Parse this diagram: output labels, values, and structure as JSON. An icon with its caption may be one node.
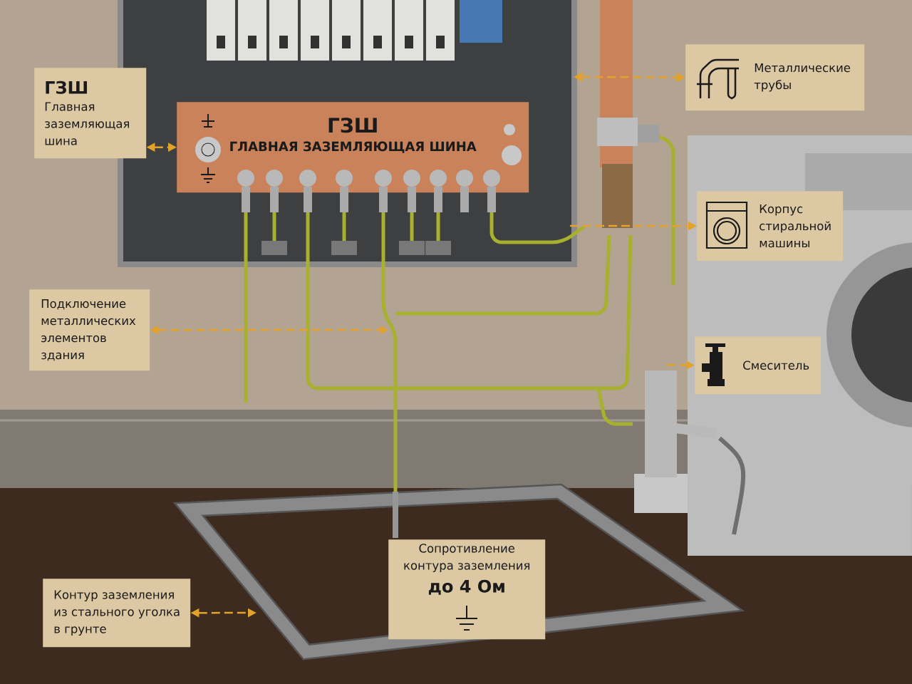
{
  "diagram": {
    "nodes": [
      {
        "text": [
          "ГЗШ",
          "Главная заземляющая шина"
        ]
      },
      {
        "text": [
          "ГЗШ",
          "ГЛАВНАЯ ЗАЗЕМЛЯЮЩАЯ ШИНА"
        ]
      },
      {
        "text": [
          "Металлические трубы"
        ]
      },
      {
        "text": [
          "Корпус стиральной машины"
        ]
      },
      {
        "text": [
          "Подключение металлических элементов здания"
        ]
      },
      {
        "text": [
          "Смеситель"
        ]
      },
      {
        "text": [
          "Контур заземления из стального уголка в грунте"
        ]
      },
      {
        "text": [
          "Сопротивление контура заземления",
          "до 4 Ом"
        ]
      }
    ],
    "edges": [
      {
        "from": 0,
        "to": 1,
        "arrow": "both",
        "style": "dashed"
      },
      {
        "from": null,
        "to": 2,
        "arrow": "both",
        "style": "dashed"
      },
      {
        "from": null,
        "to": 3,
        "arrow": "to",
        "style": "dashed"
      },
      {
        "from": 4,
        "to": null,
        "arrow": "both",
        "style": "dashed"
      },
      {
        "from": null,
        "to": 5,
        "arrow": "to",
        "style": "dashed"
      },
      {
        "from": 6,
        "to": null,
        "arrow": "both",
        "style": "dashed"
      }
    ]
  }
}
